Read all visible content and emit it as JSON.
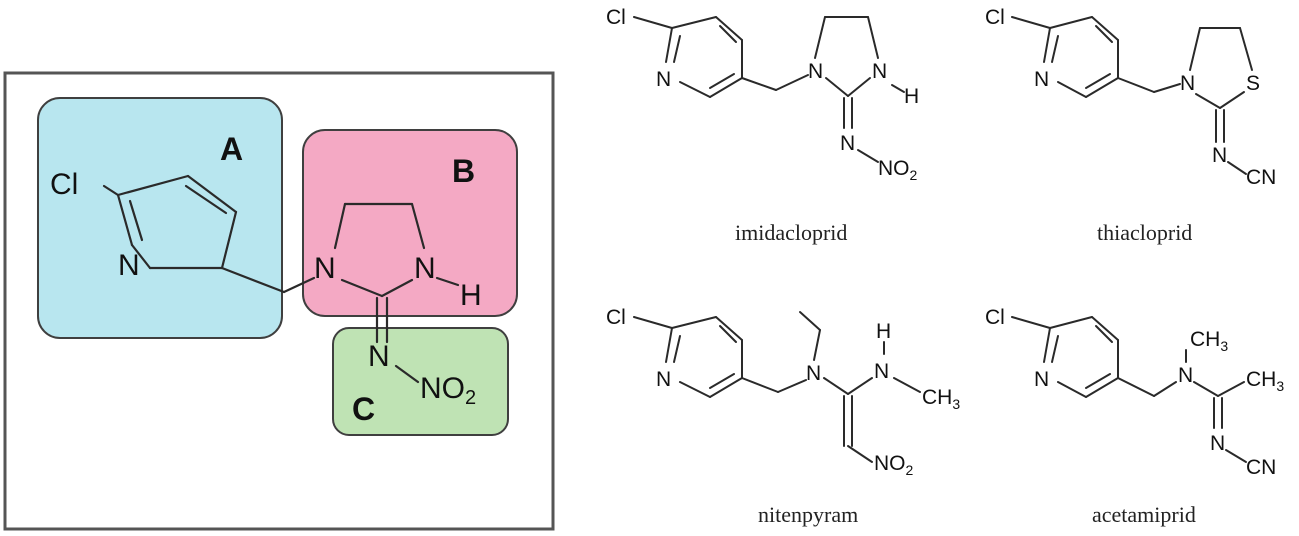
{
  "colors": {
    "region_a": "#b8e6ef",
    "region_b": "#f4a9c4",
    "region_c": "#bfe3b4",
    "frame": "#555555"
  },
  "overview": {
    "region_labels": {
      "a": "A",
      "b": "B",
      "c": "C"
    },
    "atoms": {
      "cl": "Cl",
      "n_ring": "N",
      "n1": "N",
      "n2": "N",
      "h": "H",
      "n_imine": "N",
      "no2": "NO",
      "no2_sub": "2"
    }
  },
  "compounds": [
    {
      "name": "imidacloprid",
      "atoms": {
        "cl": "Cl",
        "n_ring": "N",
        "n1": "N",
        "n2": "N",
        "h": "H",
        "n_imine": "N",
        "no2": "NO",
        "no2_sub": "2"
      }
    },
    {
      "name": "thiacloprid",
      "atoms": {
        "cl": "Cl",
        "n_ring": "N",
        "n1": "N",
        "s": "S",
        "n_imine": "N",
        "cn": "CN"
      }
    },
    {
      "name": "nitenpyram",
      "atoms": {
        "cl": "Cl",
        "n_ring": "N",
        "n1": "N",
        "h": "H",
        "n2": "N",
        "ch3": "CH",
        "ch3_sub": "3",
        "no2": "NO",
        "no2_sub": "2"
      }
    },
    {
      "name": "acetamiprid",
      "atoms": {
        "cl": "Cl",
        "n_ring": "N",
        "n1": "N",
        "ch3_top": "CH",
        "ch3_top_sub": "3",
        "ch3_right": "CH",
        "ch3_right_sub": "3",
        "n_imine": "N",
        "cn": "CN"
      }
    }
  ]
}
